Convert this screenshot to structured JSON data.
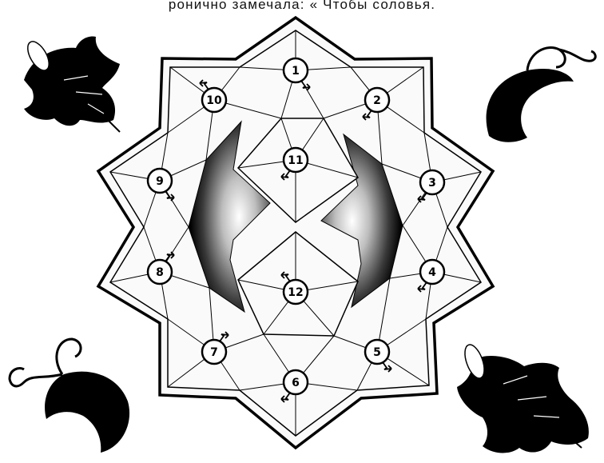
{
  "caption": "ронично замечала: « Чтобы   соловья.",
  "colors": {
    "ink": "#000000",
    "paper": "#ffffff",
    "cell": "#fafafa"
  },
  "nodes": [
    {
      "label": "1",
      "arrow": "down-right"
    },
    {
      "label": "2",
      "arrow": "down-left"
    },
    {
      "label": "3",
      "arrow": "down-left"
    },
    {
      "label": "4",
      "arrow": "down-left"
    },
    {
      "label": "5",
      "arrow": "down-right"
    },
    {
      "label": "6",
      "arrow": "down-left"
    },
    {
      "label": "7",
      "arrow": "up-right"
    },
    {
      "label": "8",
      "arrow": "up-right"
    },
    {
      "label": "9",
      "arrow": "down-right"
    },
    {
      "label": "10",
      "arrow": "up-left"
    },
    {
      "label": "11",
      "arrow": "down-left"
    },
    {
      "label": "12",
      "arrow": "up-left"
    }
  ],
  "decorations": [
    "leaf-top-left",
    "swirl-top-right",
    "swirl-bottom-left",
    "leaf-bottom-right"
  ]
}
